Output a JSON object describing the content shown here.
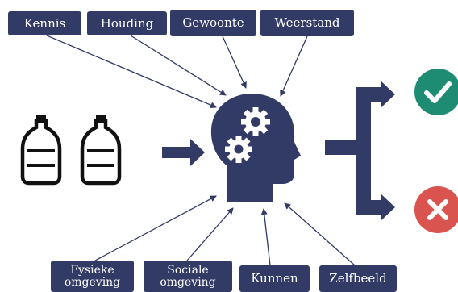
{
  "influences_top": [
    {
      "id": "kennis",
      "label": "Kennis"
    },
    {
      "id": "houding",
      "label": "Houding"
    },
    {
      "id": "gewoonte",
      "label": "Gewoonte"
    },
    {
      "id": "weerstand",
      "label": "Weerstand"
    }
  ],
  "influences_bottom": [
    {
      "id": "fysieke-omgeving",
      "label": "Fysieke\nomgeving"
    },
    {
      "id": "sociale-omgeving",
      "label": "Sociale\nomgeving"
    },
    {
      "id": "kunnen",
      "label": "Kunnen"
    },
    {
      "id": "zelfbeeld",
      "label": "Zelfbeeld"
    }
  ],
  "icons": {
    "input": "plastic-bottle-icon",
    "center": "head-with-gears-icon",
    "outcome_positive": "check-icon",
    "outcome_negative": "cross-icon"
  },
  "colors": {
    "navy": "#323a66",
    "success": "#1e8c73",
    "failure": "#d9534f"
  }
}
